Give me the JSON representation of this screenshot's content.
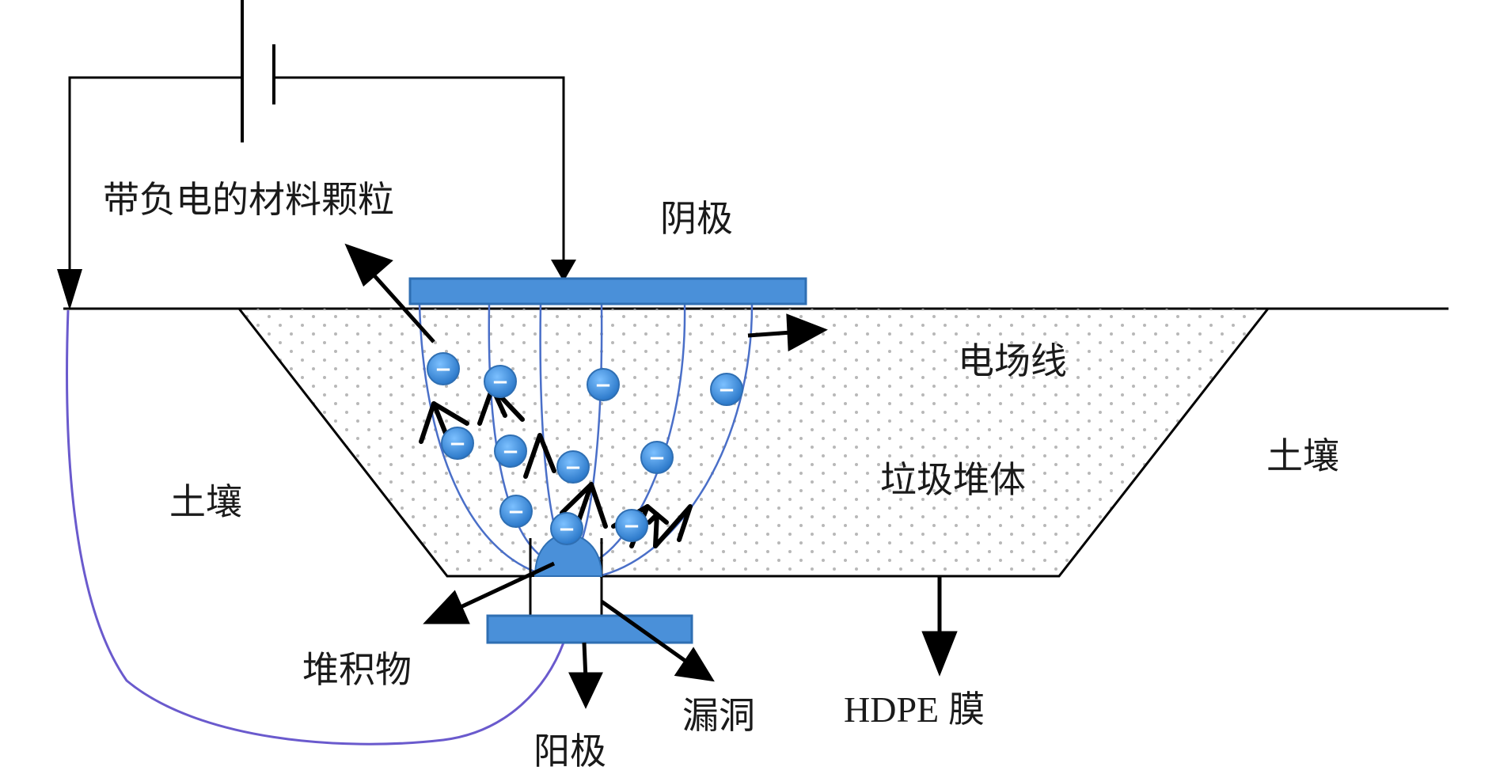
{
  "labels": {
    "charged_particles": "带负电的材料颗粒",
    "cathode": "阴极",
    "field_lines": "电场线",
    "soil_left": "土壤",
    "soil_right": "土壤",
    "waste_body": "垃圾堆体",
    "deposit": "堆积物",
    "anode": "阳极",
    "leak": "漏洞",
    "hdpe_prefix": "HDPE",
    "hdpe_suffix": "膜"
  },
  "particle_symbol": "−",
  "colors": {
    "electrode": "#4a90d9",
    "electrode_border": "#2f6fb3",
    "particle": "#3d8fe0",
    "field_line": "#4a6fc8",
    "wire": "#6a5acd",
    "arrow": "#000000",
    "outline": "#000000",
    "dots": "#b8b8b8"
  },
  "icons": {
    "battery": "battery-symbol-icon",
    "particle": "negative-charge-icon",
    "arrow": "arrow-icon"
  }
}
